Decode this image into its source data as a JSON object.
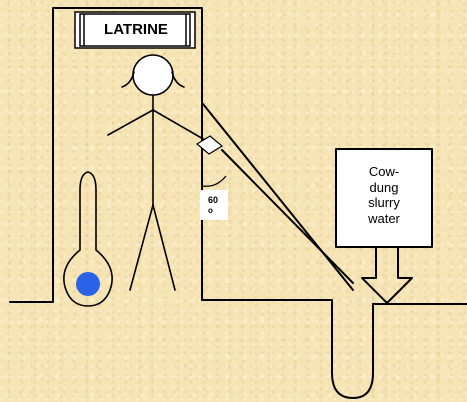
{
  "sign": {
    "label": "LATRINE"
  },
  "inlet_box": {
    "lines": [
      "Cow-",
      "dung",
      "slurry",
      "water"
    ]
  },
  "pipe_angle": {
    "value": "60",
    "degree_mark": "o"
  }
}
